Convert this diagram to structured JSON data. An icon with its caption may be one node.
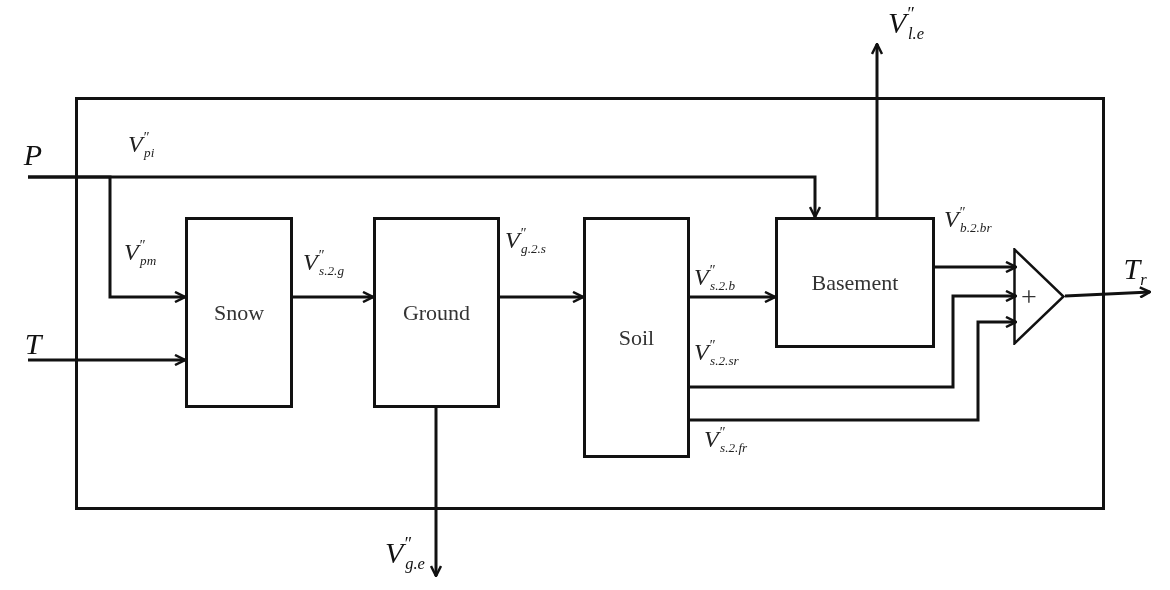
{
  "diagram": {
    "nodes": [
      {
        "text": [],
        "shape": "box"
      },
      {
        "text": [
          "P"
        ]
      },
      {
        "text": [
          "T"
        ]
      },
      {
        "text": [
          "Snow"
        ],
        "in": 0
      },
      {
        "text": [
          "Ground"
        ],
        "in": 0
      },
      {
        "text": [
          "Soil"
        ],
        "in": 0
      },
      {
        "text": [
          "Basement"
        ],
        "in": 0
      },
      {
        "text": [
          "+"
        ],
        "in": 0
      },
      {
        "text": [
          "T$_{r}$"
        ]
      },
      {
        "text": [
          "V$^{″}$$_{l.e}$"
        ]
      },
      {
        "text": [
          "V$^{″}$$_{g.e}$"
        ]
      }
    ],
    "edges": [
      {
        "from": 1,
        "to": 6,
        "arrow": "to",
        "label": "V$^{″}$$_{pi}$"
      },
      {
        "from": 1,
        "to": 3,
        "arrow": "to",
        "label": "V$^{″}$$_{pm}$"
      },
      {
        "from": 2,
        "to": 3,
        "arrow": "to"
      },
      {
        "from": 3,
        "to": 4,
        "arrow": "to",
        "label": "V$^{″}$$_{s.2.g}$"
      },
      {
        "from": 4,
        "to": 5,
        "arrow": "to",
        "label": "V$^{″}$$_{g.2.s}$"
      },
      {
        "from": 5,
        "to": 6,
        "arrow": "to",
        "label": "V$^{″}$$_{s.2.b}$"
      },
      {
        "from": 6,
        "to": 7,
        "arrow": "to",
        "label": "V$^{″}$$_{b.2.br}$"
      },
      {
        "from": 5,
        "to": 7,
        "arrow": "to",
        "label": "V$^{″}$$_{s.2.sr}$"
      },
      {
        "from": 5,
        "to": 7,
        "arrow": "to",
        "label": "V$^{″}$$_{s.2.fr}$"
      },
      {
        "from": 7,
        "to": 8,
        "arrow": "to"
      },
      {
        "from": 6,
        "to": 9,
        "arrow": "to"
      },
      {
        "from": 4,
        "to": 10,
        "arrow": "to"
      }
    ]
  }
}
